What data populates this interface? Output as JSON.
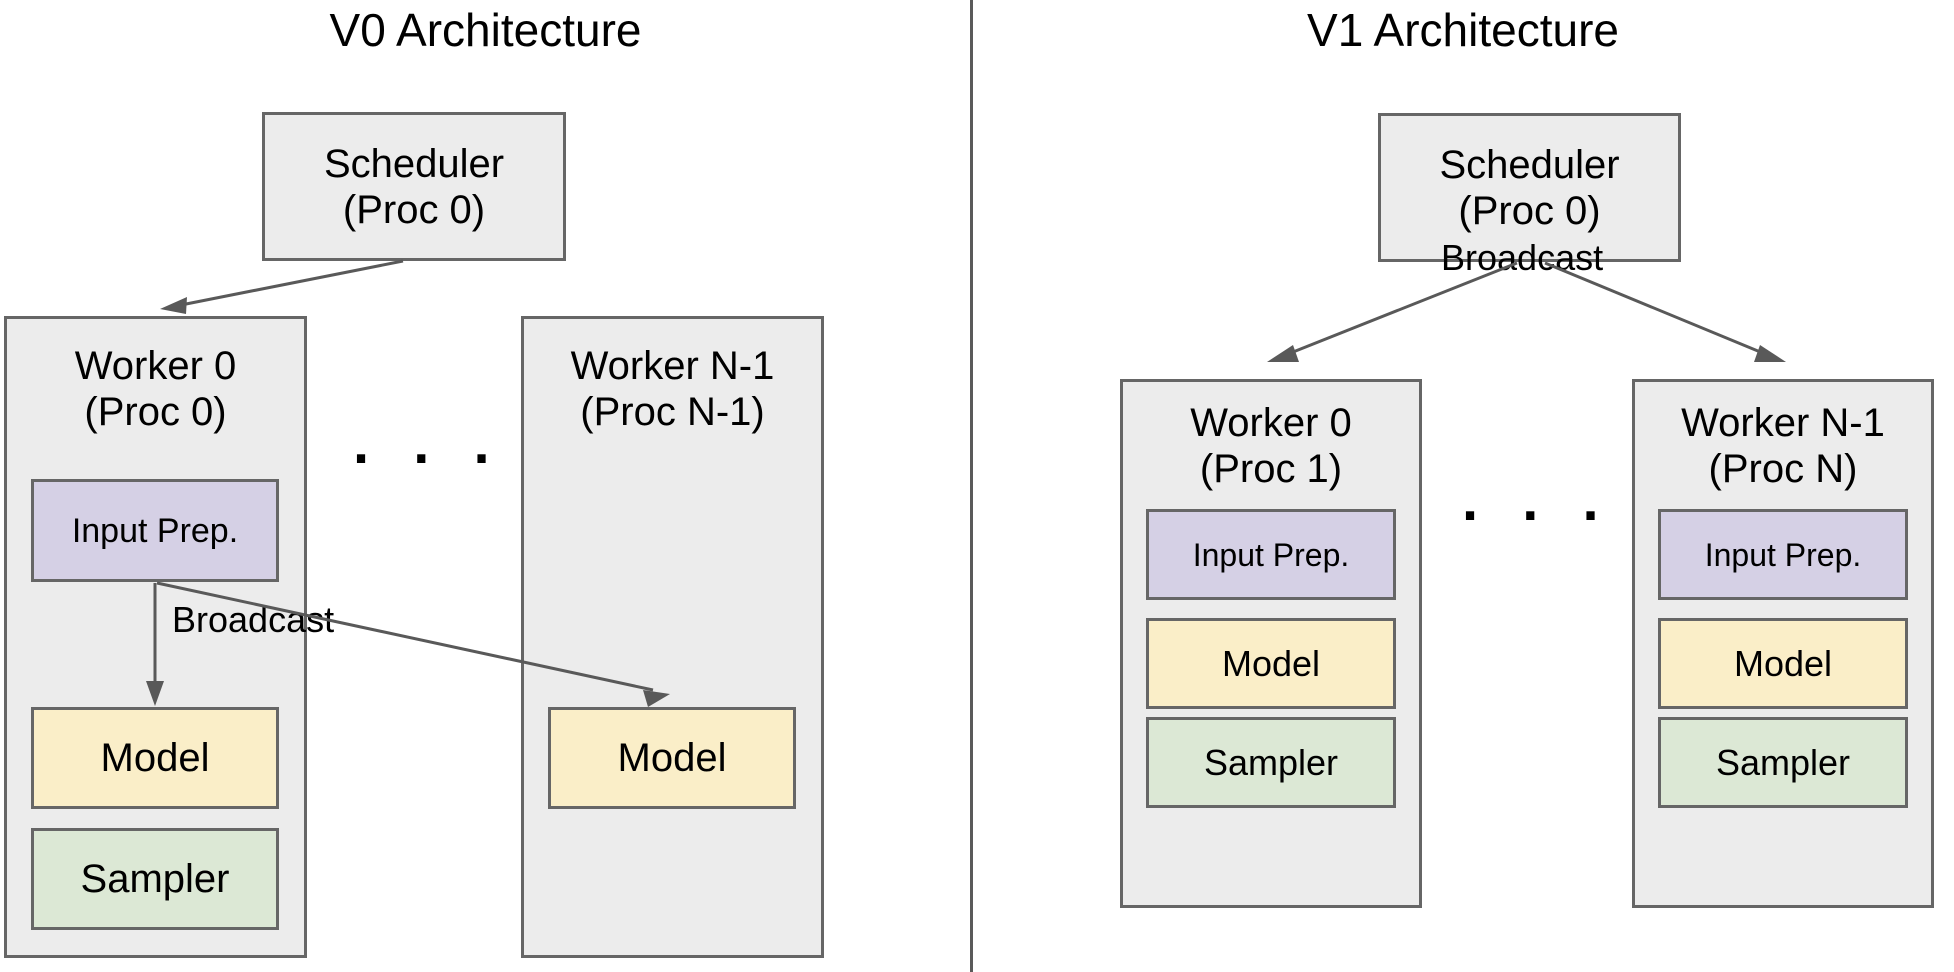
{
  "diagram": {
    "title": "V0 vs V1 Architecture",
    "colors": {
      "container_fill": "#ececec",
      "border": "#666666",
      "input_prep_fill": "#d5d0e5",
      "model_fill": "#faeec8",
      "sampler_fill": "#dce8d5",
      "arrow": "#595959",
      "divider": "#5a5a5a",
      "background": "#ffffff"
    }
  },
  "panels": [
    {
      "id": "v0",
      "title": "V0 Architecture",
      "scheduler": {
        "line1": "Scheduler",
        "line2": "(Proc 0)"
      },
      "ellipsis": ". . .",
      "edge_label": "Broadcast",
      "workers": [
        {
          "id": "worker-0",
          "line1": "Worker 0",
          "line2": "(Proc 0)",
          "components": [
            {
              "name": "input-prep",
              "label": "Input Prep."
            },
            {
              "name": "model",
              "label": "Model"
            },
            {
              "name": "sampler",
              "label": "Sampler"
            }
          ]
        },
        {
          "id": "worker-n-1",
          "line1": "Worker N-1",
          "line2": "(Proc N-1)",
          "components": [
            {
              "name": "model",
              "label": "Model"
            }
          ]
        }
      ]
    },
    {
      "id": "v1",
      "title": "V1 Architecture",
      "scheduler": {
        "line1": "Scheduler",
        "line2": "(Proc 0)"
      },
      "ellipsis": ". . .",
      "edge_label": "Broadcast",
      "workers": [
        {
          "id": "worker-0",
          "line1": "Worker 0",
          "line2": "(Proc 1)",
          "components": [
            {
              "name": "input-prep",
              "label": "Input Prep."
            },
            {
              "name": "model",
              "label": "Model"
            },
            {
              "name": "sampler",
              "label": "Sampler"
            }
          ]
        },
        {
          "id": "worker-n-1",
          "line1": "Worker N-1",
          "line2": "(Proc N)",
          "components": [
            {
              "name": "input-prep",
              "label": "Input Prep."
            },
            {
              "name": "model",
              "label": "Model"
            },
            {
              "name": "sampler",
              "label": "Sampler"
            }
          ]
        }
      ]
    }
  ]
}
